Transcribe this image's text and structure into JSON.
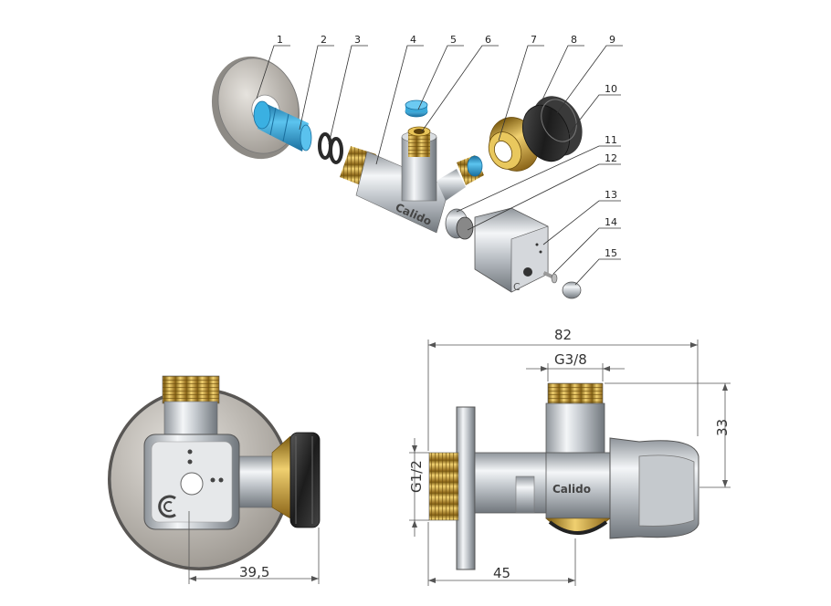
{
  "callouts": [
    "1",
    "2",
    "3",
    "4",
    "5",
    "6",
    "7",
    "8",
    "9",
    "10",
    "11",
    "12",
    "13",
    "14",
    "15"
  ],
  "dimensions": {
    "overall_length": "82",
    "outlet_thread": "G3/8",
    "height": "33",
    "inlet_thread": "G1/2",
    "inlet_to_axis": "45",
    "side_depth": "39,5"
  },
  "brand": "Calido",
  "colors": {
    "chrome": "#c9cdd2",
    "brass": "#c8a030",
    "blue_part": "#2f9fd4",
    "knob_black": "#2a2a2a",
    "rosette_gray": "#b8b4ae"
  }
}
